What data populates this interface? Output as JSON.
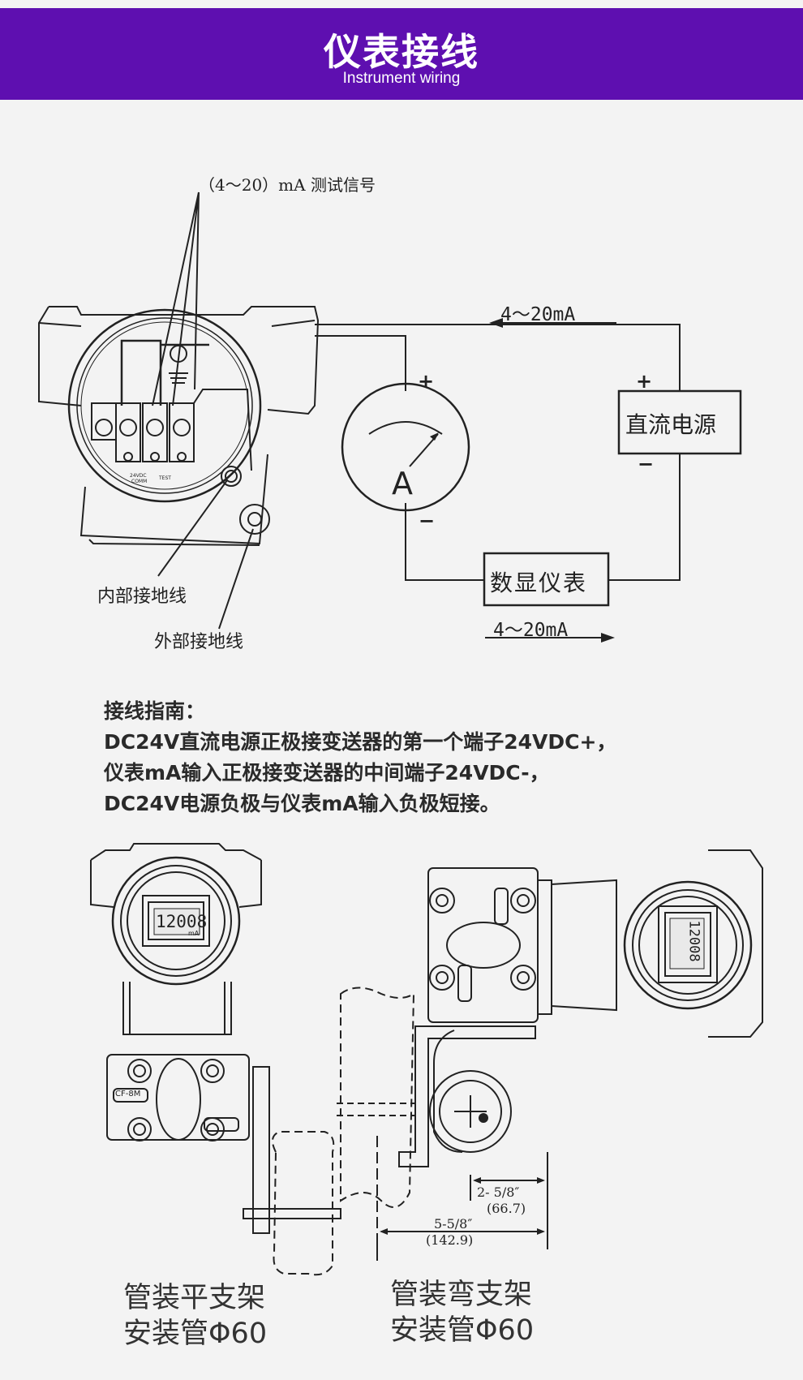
{
  "header": {
    "title": "仪表接线",
    "subtitle": "Instrument wiring"
  },
  "wiring": {
    "test_signal": "（4～20）mA 测试信号",
    "current_top": "4～20mA",
    "current_bottom": "4～20mA",
    "dc_power": "直流电源",
    "display_meter": "数显仪表",
    "ammeter_letter": "A",
    "plus": "+",
    "minus": "−",
    "internal_ground": "内部接地线",
    "external_ground": "外部接地线",
    "terminal_24vdc": "24VDC",
    "terminal_comm": "COMM",
    "terminal_test": "TEST"
  },
  "guide": {
    "title": "接线指南：",
    "lines": [
      "DC24V直流电源正极接变送器的第一个端子24VDC+，",
      "仪表mA输入正极接变送器的中间端子24VDC-，",
      "DC24V电源负极与仪表mA输入负极短接。"
    ]
  },
  "mounting": {
    "display_left": "12008",
    "display_unit": "mA",
    "display_right": "12008",
    "valve_mark": "CF-8M",
    "dim1": "2- 5/8″",
    "dim1_mm": "(66.7)",
    "dim2": "5-5/8″",
    "dim2_mm": "(142.9)",
    "flat_bracket": [
      "管装平支架",
      "安装管Φ60"
    ],
    "bent_bracket": [
      "管装弯支架",
      "安装管Φ60"
    ]
  }
}
